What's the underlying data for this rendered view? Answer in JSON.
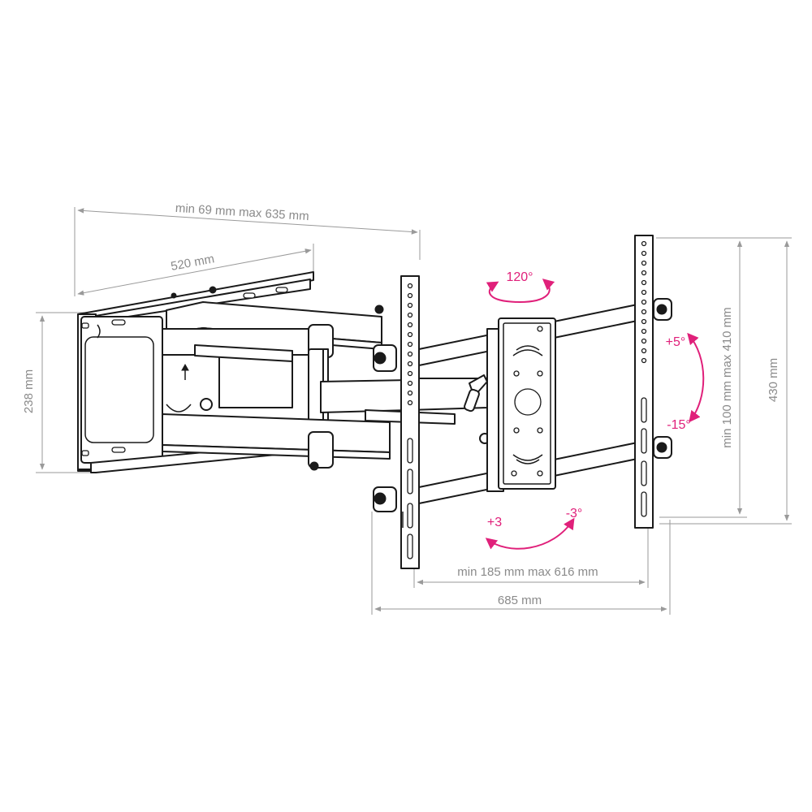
{
  "dimensions": {
    "arm_extension": "min 69 mm max 635 mm",
    "wall_plate_width": "520 mm",
    "wall_plate_height": "238 mm",
    "vertical_span": "min 100 mm max 410 mm",
    "total_height": "430 mm",
    "horizontal_span": "min 185 mm max 616 mm",
    "total_width": "685 mm"
  },
  "angles": {
    "swivel": "120°",
    "tilt_up": "+5°",
    "tilt_down": "-15°",
    "roll_plus": "+3",
    "roll_minus": "-3°"
  },
  "colors": {
    "dimension": "#8a8a8a",
    "angle": "#e0207a",
    "outline": "#1a1a1a"
  }
}
